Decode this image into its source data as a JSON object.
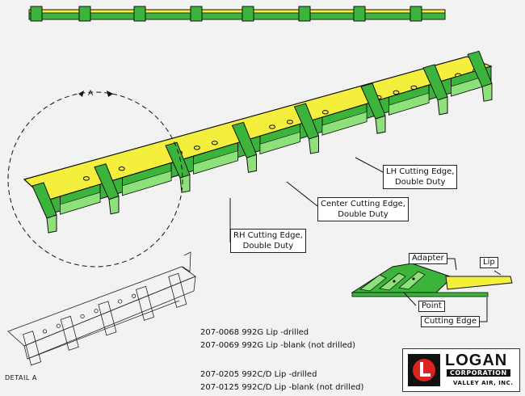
{
  "detail": {
    "marker": "A",
    "label": "DETAIL A"
  },
  "callouts": {
    "lh": [
      "LH Cutting Edge,",
      "Double Duty"
    ],
    "center": [
      "Center Cutting Edge,",
      "Double Duty"
    ],
    "rh": [
      "RH Cutting Edge,",
      "Double Duty"
    ]
  },
  "section": {
    "adapter": "Adapter",
    "lip": "Lip",
    "point": "Point",
    "cutting_edge": "Cutting Edge"
  },
  "parts": [
    "207-0068 992G Lip -drilled",
    "207-0069 992G Lip -blank (not drilled)",
    "207-0205 992C/D Lip -drilled",
    "207-0125 992C/D Lip -blank (not drilled)"
  ],
  "logo": {
    "name": "LOGAN",
    "subtitle": "CORPORATION",
    "division": "VALLEY AIR, INC."
  },
  "colors": {
    "lip_yellow": "#f4ee3c",
    "edge_green": "#3cb43c",
    "edge_light_green": "#8ee07a",
    "outline": "#111111",
    "background": "#f2f2f2"
  }
}
